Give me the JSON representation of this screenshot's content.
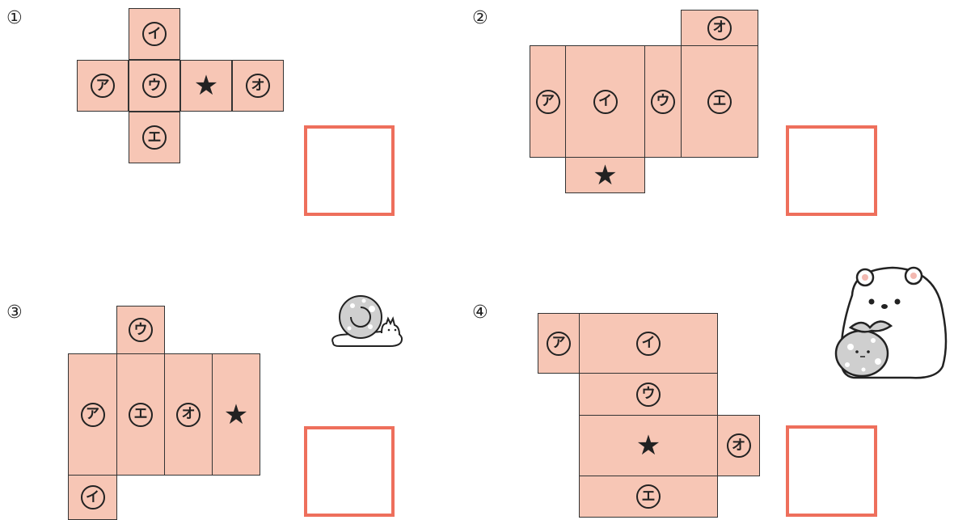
{
  "problems": [
    {
      "number": "①",
      "faces": [
        "イ",
        "ア",
        "ウ",
        "★",
        "オ",
        "エ"
      ]
    },
    {
      "number": "②",
      "faces": [
        "オ",
        "ア",
        "イ",
        "ウ",
        "エ",
        "★"
      ]
    },
    {
      "number": "③",
      "faces": [
        "ウ",
        "ア",
        "エ",
        "オ",
        "★",
        "イ"
      ]
    },
    {
      "number": "④",
      "faces": [
        "ア",
        "イ",
        "ウ",
        "★",
        "オ",
        "エ"
      ]
    }
  ],
  "colors": {
    "face_fill": "#f7c6b5",
    "answer_box": "#ee6f5c"
  },
  "decorations": [
    "snail-illustration",
    "polar-bear-illustration"
  ]
}
